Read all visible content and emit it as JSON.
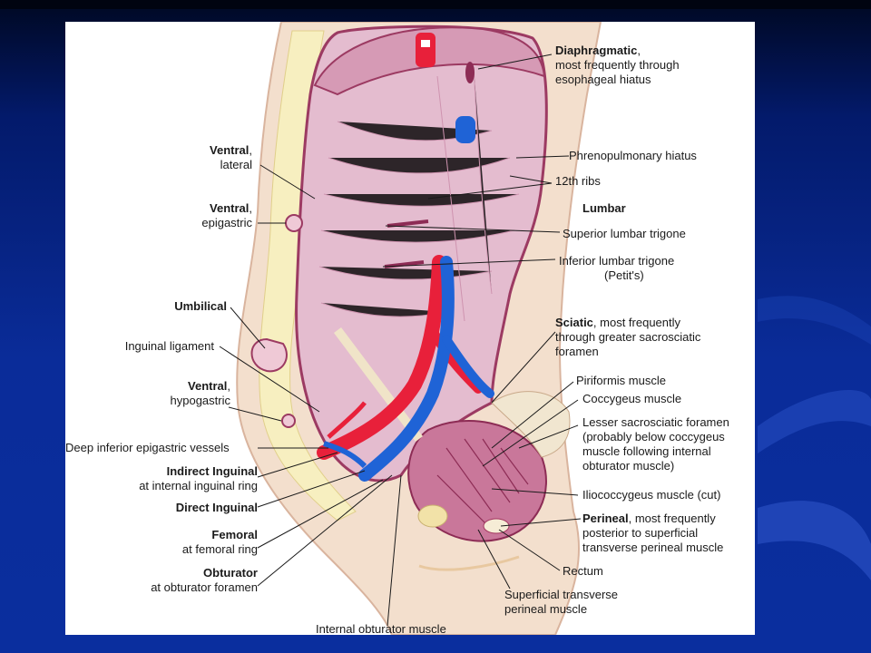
{
  "colors": {
    "background": "#0a2c99",
    "panel": "#ffffff",
    "tissue": "#e2b9cf",
    "tissue_dark": "#a2355f",
    "artery": "#e8203a",
    "vein": "#1f63d6",
    "skin": "#f2dcc8",
    "fat": "#f6ecb0"
  },
  "labels": {
    "diaphragmatic": {
      "bold": "Diaphragmatic",
      "rest": ",",
      "line2": "most frequently through",
      "line3": "esophageal hiatus"
    },
    "phrenopulmonary": "Phrenopulmonary hiatus",
    "ribs": "12th ribs",
    "lumbar": "Lumbar",
    "superior_lumbar": "Superior lumbar trigone",
    "inferior_lumbar": {
      "line1": "Inferior lumbar trigone",
      "line2": "(Petit's)"
    },
    "sciatic": {
      "bold": "Sciatic",
      "rest": ", most frequently",
      "line2": "through greater sacrosciatic",
      "line3": "foramen"
    },
    "piriformis": "Piriformis muscle",
    "coccygeus": "Coccygeus muscle",
    "lesser": {
      "line1": "Lesser sacrosciatic foramen",
      "line2": "(probably below coccygeus",
      "line3": "muscle following internal",
      "line4": "obturator muscle)"
    },
    "iliococcygeus": "Iliococcygeus muscle (cut)",
    "perineal": {
      "bold": "Perineal",
      "rest": ", most frequently",
      "line2": "posterior to superficial",
      "line3": "transverse perineal muscle"
    },
    "rectum": "Rectum",
    "superficial_transverse": {
      "line1": "Superficial transverse",
      "line2": "perineal muscle"
    },
    "internal_obturator": "Internal obturator muscle",
    "ventral_lateral": {
      "bold": "Ventral",
      "rest": ",",
      "line2": "lateral"
    },
    "ventral_epigastric": {
      "bold": "Ventral",
      "rest": ",",
      "line2": "epigastric"
    },
    "umbilical": "Umbilical",
    "inguinal_ligament": "Inguinal ligament",
    "ventral_hypogastric": {
      "bold": "Ventral",
      "rest": ",",
      "line2": "hypogastric"
    },
    "deep_inferior": "Deep inferior epigastric vessels",
    "indirect_inguinal": {
      "bold": "Indirect Inguinal",
      "line2": "at internal inguinal ring"
    },
    "direct_inguinal": "Direct Inguinal",
    "femoral": {
      "bold": "Femoral",
      "line2": "at femoral ring"
    },
    "obturator": {
      "bold": "Obturator",
      "line2": "at obturator foramen"
    }
  }
}
